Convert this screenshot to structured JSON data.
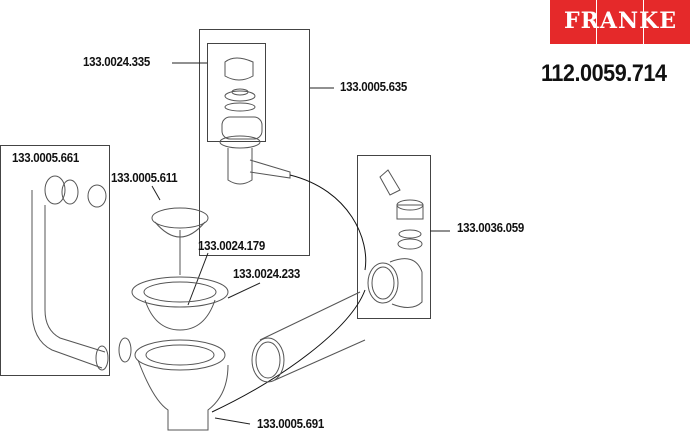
{
  "brand": {
    "logo_text": "FRANKE",
    "color": "#e5292a"
  },
  "product_number": "112.0059.714",
  "parts": [
    {
      "number": "133.0024.335"
    },
    {
      "number": "133.0005.635"
    },
    {
      "number": "133.0005.661"
    },
    {
      "number": "133.0005.611"
    },
    {
      "number": "133.0024.179"
    },
    {
      "number": "133.0024.233"
    },
    {
      "number": "133.0036.059"
    },
    {
      "number": "133.0005.691"
    }
  ]
}
